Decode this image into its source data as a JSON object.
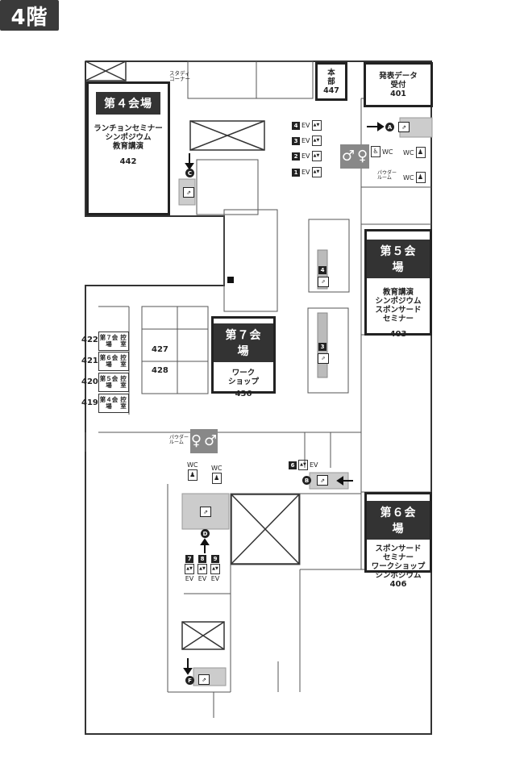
{
  "floor": "4階",
  "venues": {
    "r442": {
      "title": "第４会場",
      "lines": [
        "ランチョンセミナー",
        "シンポジウム",
        "教育講演"
      ],
      "room": "442"
    },
    "r403": {
      "title": "第５会場",
      "lines": [
        "教育講演",
        "シンポジウム",
        "スポンサード",
        "セミナー"
      ],
      "room": "403"
    },
    "r436": {
      "title": "第７会場",
      "lines": [
        "ワーク",
        "ショップ"
      ],
      "room": "436"
    },
    "r406": {
      "title": "第６会場",
      "lines": [
        "スポンサード",
        "セミナー",
        "ワークショップ",
        "シンポジウム"
      ],
      "room": "406"
    }
  },
  "rooms": {
    "honbu": {
      "lines": [
        "本",
        "部"
      ],
      "num": "447"
    },
    "reception": {
      "lines": [
        "発表データ",
        "受付"
      ],
      "num": "401"
    },
    "r427": "427",
    "r428": "428"
  },
  "waiting_rooms": [
    {
      "num": "422",
      "label": [
        "第７会場",
        "控室"
      ]
    },
    {
      "num": "421",
      "label": [
        "第６会場",
        "控室"
      ]
    },
    {
      "num": "420",
      "label": [
        "第５会場",
        "控室"
      ]
    },
    {
      "num": "419",
      "label": [
        "第４会場",
        "控室"
      ]
    }
  ],
  "labels": {
    "study_corner": [
      "スタディ",
      "コーナー"
    ],
    "powder_room_1": [
      "パウダー",
      "ルーム"
    ],
    "powder_room_2": [
      "パウダー",
      "ルーム"
    ],
    "ev": "EV",
    "wc": "WC"
  },
  "elevators": {
    "north": [
      "4",
      "3",
      "2",
      "1"
    ],
    "east": "6",
    "south": [
      "7",
      "8",
      "9"
    ]
  },
  "stairs": {
    "A": "A",
    "B": "B",
    "C": "C",
    "D": "D",
    "F": "F"
  },
  "escalators": {
    "e4": "4",
    "e3": "3"
  }
}
